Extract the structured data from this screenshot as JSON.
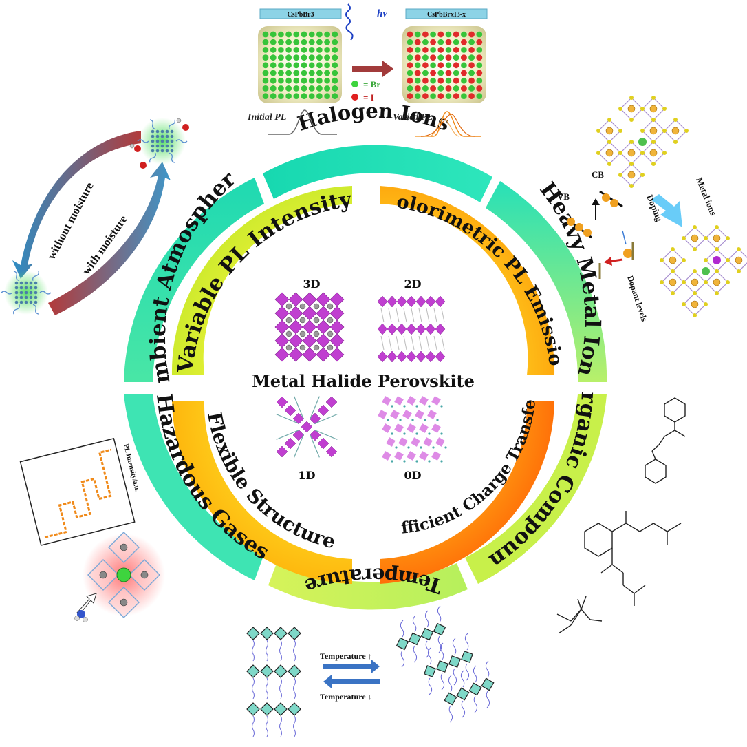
{
  "center": {
    "title": "Metal Halide Perovskite",
    "dims": [
      "3D",
      "2D",
      "1D",
      "0D"
    ]
  },
  "inner_ring": [
    {
      "label": "Variable PL Intensity"
    },
    {
      "label": "Colorimetric PL Emission"
    },
    {
      "label": "Flexible Structure"
    },
    {
      "label": "Efficient Charge Transfer"
    }
  ],
  "outer_ring": [
    {
      "label": "Halogen Ions"
    },
    {
      "label": "Heavy Metal Ions"
    },
    {
      "label": "Organic Compounds"
    },
    {
      "label": "Temperature"
    },
    {
      "label": "Hazardous Gases"
    },
    {
      "label": "Ambient Atmospheres"
    }
  ],
  "halogen_panel": {
    "left_badge": "CsPbBr3",
    "right_badge": "CsPbBrxI3-x",
    "hv": "hv",
    "legend_br": "= Br",
    "legend_i": "= I",
    "initial_pl": "Initial PL",
    "varied_pl": "Varied PL"
  },
  "moisture_panel": {
    "without": "without moisture",
    "with": "with moisture"
  },
  "metal_panel": {
    "cb": "CB",
    "vb": "VB",
    "metal_ions": "Metal ions",
    "doping": "Doping",
    "dopant_levels": "Dopant levels"
  },
  "gas_panel": {
    "ylabel": "PL Intensity/a.u."
  },
  "temperature_panel": {
    "up": "Temperature ↑",
    "down": "Temperature ↓"
  },
  "colors": {
    "outer_teal": "#1de0b5",
    "outer_lime": "#c8f04a",
    "inner_yellow": "#f7ef2a",
    "inner_orange": "#ff7a00",
    "magenta": "#c03fd0"
  }
}
